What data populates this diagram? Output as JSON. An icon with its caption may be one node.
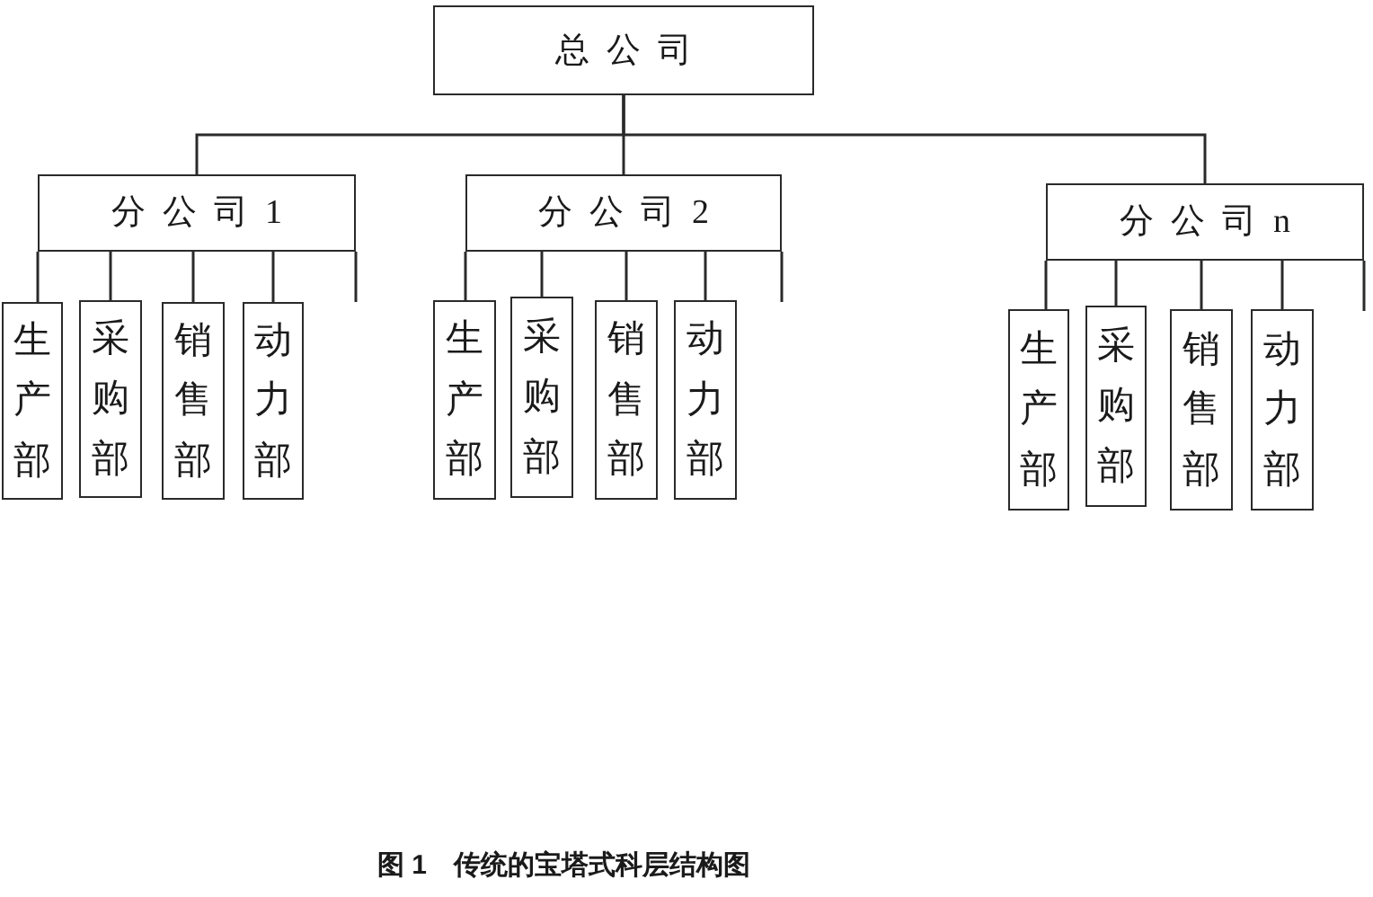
{
  "diagram": {
    "caption": "图 1　传统的宝塔式科层结构图",
    "nodes": [
      {
        "text": [
          "总公司"
        ]
      },
      {
        "text": [
          "分公司1"
        ]
      },
      {
        "text": [
          "生产部"
        ]
      },
      {
        "text": [
          "采购部"
        ]
      },
      {
        "text": [
          "销售部"
        ]
      },
      {
        "text": [
          "动力部"
        ]
      },
      {
        "text": [
          "分公司2"
        ]
      },
      {
        "text": [
          "生产部"
        ]
      },
      {
        "text": [
          "采购部"
        ]
      },
      {
        "text": [
          "销售部"
        ]
      },
      {
        "text": [
          "动力部"
        ]
      },
      {
        "text": [
          "分公司n"
        ]
      },
      {
        "text": [
          "生产部"
        ]
      },
      {
        "text": [
          "采购部"
        ]
      },
      {
        "text": [
          "销售部"
        ]
      },
      {
        "text": [
          "动力部"
        ]
      }
    ],
    "edges": [
      {
        "from": 0,
        "to": 1,
        "arrow": "none"
      },
      {
        "from": 0,
        "to": 6,
        "arrow": "none"
      },
      {
        "from": 0,
        "to": 11,
        "arrow": "none"
      },
      {
        "from": 1,
        "to": 2,
        "arrow": "none"
      },
      {
        "from": 1,
        "to": 3,
        "arrow": "none"
      },
      {
        "from": 1,
        "to": 4,
        "arrow": "none"
      },
      {
        "from": 1,
        "to": 5,
        "arrow": "none"
      },
      {
        "from": 1,
        "to": null,
        "arrow": "none"
      },
      {
        "from": 6,
        "to": 7,
        "arrow": "none"
      },
      {
        "from": 6,
        "to": 8,
        "arrow": "none"
      },
      {
        "from": 6,
        "to": 9,
        "arrow": "none"
      },
      {
        "from": 6,
        "to": 10,
        "arrow": "none"
      },
      {
        "from": 6,
        "to": null,
        "arrow": "none"
      },
      {
        "from": 11,
        "to": 12,
        "arrow": "none"
      },
      {
        "from": 11,
        "to": 13,
        "arrow": "none"
      },
      {
        "from": 11,
        "to": 14,
        "arrow": "none"
      },
      {
        "from": 11,
        "to": 15,
        "arrow": "none"
      },
      {
        "from": 11,
        "to": null,
        "arrow": "none"
      }
    ]
  }
}
